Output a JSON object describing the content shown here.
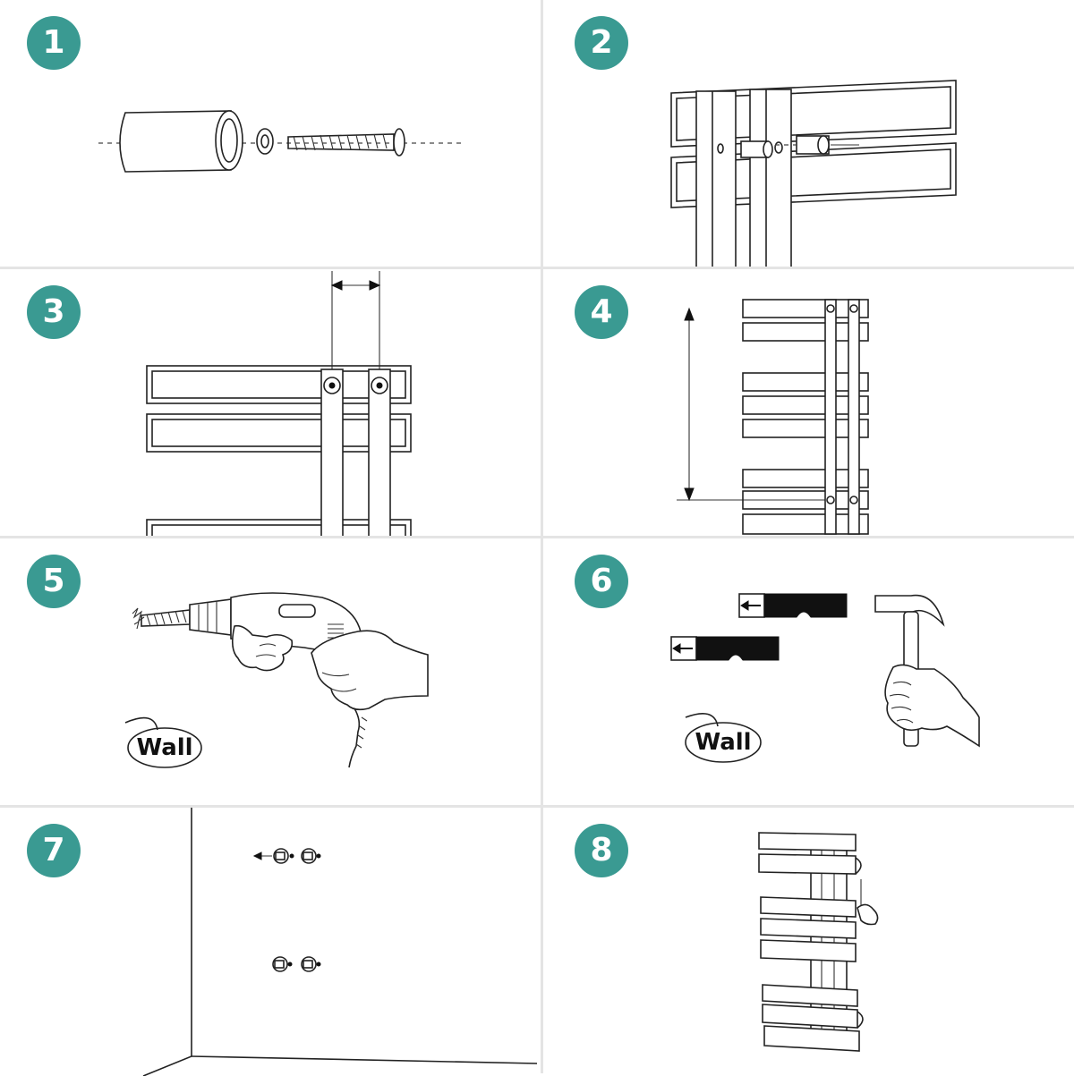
{
  "steps": [
    {
      "number": "1",
      "icon": "wall-anchor-screw-icon"
    },
    {
      "number": "2",
      "icon": "bracket-mount-icon"
    },
    {
      "number": "3",
      "icon": "bracket-spacing-icon"
    },
    {
      "number": "4",
      "icon": "height-measure-icon"
    },
    {
      "number": "5",
      "icon": "drill-icon",
      "label": "Wall"
    },
    {
      "number": "6",
      "icon": "hammer-icon",
      "label": "Wall"
    },
    {
      "number": "7",
      "icon": "wall-fixings-icon"
    },
    {
      "number": "8",
      "icon": "hang-radiator-icon"
    }
  ],
  "colors": {
    "badge": "#3a9a92",
    "line": "#222222",
    "divider": "#e4e4e4"
  }
}
